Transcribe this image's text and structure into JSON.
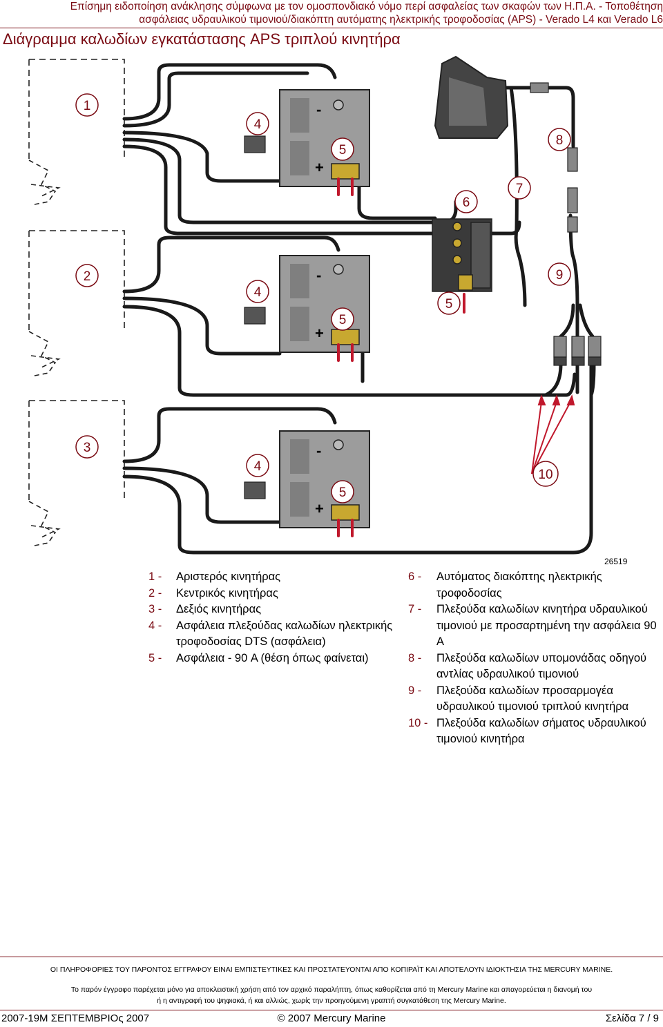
{
  "header": {
    "line1": "Επίσημη ειδοποίηση ανάκλησης σύμφωνα με τον ομοσπονδιακό νόμο περί ασφαλείας των σκαφών των Η.Π.Α. - Τοποθέτηση",
    "line2": "ασφάλειας υδραυλικού τιμονιού/διακόπτη αυτόματης ηλεκτρικής τροφοδοσίας (APS) - Verado L4 και Verado L6"
  },
  "title": "Διάγραμμα καλωδίων εγκατάστασης APS τριπλού κινητήρα",
  "diagram": {
    "figure_number": "26519",
    "callouts": {
      "c1": "1",
      "c2": "2",
      "c3": "3",
      "c4a": "4",
      "c4b": "4",
      "c4c": "4",
      "c5a": "5",
      "c5b": "5",
      "c5c": "5",
      "c5d": "5",
      "c6": "6",
      "c7": "7",
      "c8": "8",
      "c9": "9",
      "c10": "10"
    },
    "terminal_neg": "-",
    "terminal_pos": "+",
    "colors": {
      "accent": "#7a0b13",
      "wire": "#1a1a1a",
      "battery": "#9c9c9c",
      "red_wire": "#c0182c",
      "gold": "#c8a830"
    }
  },
  "legend_left": [
    {
      "num": "1 -",
      "text": "Αριστερός κινητήρας"
    },
    {
      "num": "2 -",
      "text": "Κεντρικός κινητήρας"
    },
    {
      "num": "3 -",
      "text": "Δεξιός κινητήρας"
    },
    {
      "num": "4 -",
      "text": "Ασφάλεια πλεξούδας καλωδίων ηλεκτρικής τροφοδοσίας DTS (ασφάλεια)"
    },
    {
      "num": "5 -",
      "text": "Ασφάλεια - 90 A (θέση όπως φαίνεται)"
    }
  ],
  "legend_right": [
    {
      "num": "6 -",
      "text": "Αυτόματος διακόπτης ηλεκτρικής τροφοδοσίας"
    },
    {
      "num": "7 -",
      "text": "Πλεξούδα καλωδίων κινητήρα υδραυλικού τιμονιού με προσαρτημένη την ασφάλεια 90 A"
    },
    {
      "num": "8 -",
      "text": "Πλεξούδα καλωδίων υπομονάδας οδηγού αντλίας υδραυλικού τιμονιού"
    },
    {
      "num": "9 -",
      "text": "Πλεξούδα καλωδίων προσαρμογέα υδραυλικού τιμονιού τριπλού κινητήρα"
    },
    {
      "num": "10 -",
      "text": "Πλεξούδα καλωδίων σήματος υδραυλικού τιμονιού κινητήρα"
    }
  ],
  "footer": {
    "confidential": "ΟΙ ΠΛΗΡΟΦΟΡΙΕΣ ΤΟΥ ΠΑΡΟΝΤΟΣ ΕΓΓΡΑΦΟΥ ΕΙΝΑΙ ΕΜΠΙΣΤΕΥΤΙΚΕΣ ΚΑΙ ΠΡΟΣΤΑΤΕΥΟΝΤΑΙ ΑΠΟ ΚΟΠΙΡΑΪΤ ΚΑΙ ΑΠΟΤΕΛΟΥΝ ΙΔΙΟΚΤΗΣΙΑ ΤΗΣ MERCURY MARINE.",
    "disclaimer_1": "Το παρόν έγγραφο παρέχεται μόνο για αποκλειστική χρήση από τον αρχικό παραλήπτη, όπως καθορίζεται από τη Mercury Marine και απαγορεύεται η διανομή του",
    "disclaimer_2": "ή η αντιγραφή του ψηφιακά, ή και αλλιώς, χωρίς την προηγούμενη γραπτή συγκατάθεση της Mercury Marine.",
    "doc_id": "2007-19M ΣΕΠΤΕΜΒΡΙΟς 2007",
    "copyright": "© 2007 Mercury Marine",
    "page": "Σελίδα 7 / 9"
  }
}
